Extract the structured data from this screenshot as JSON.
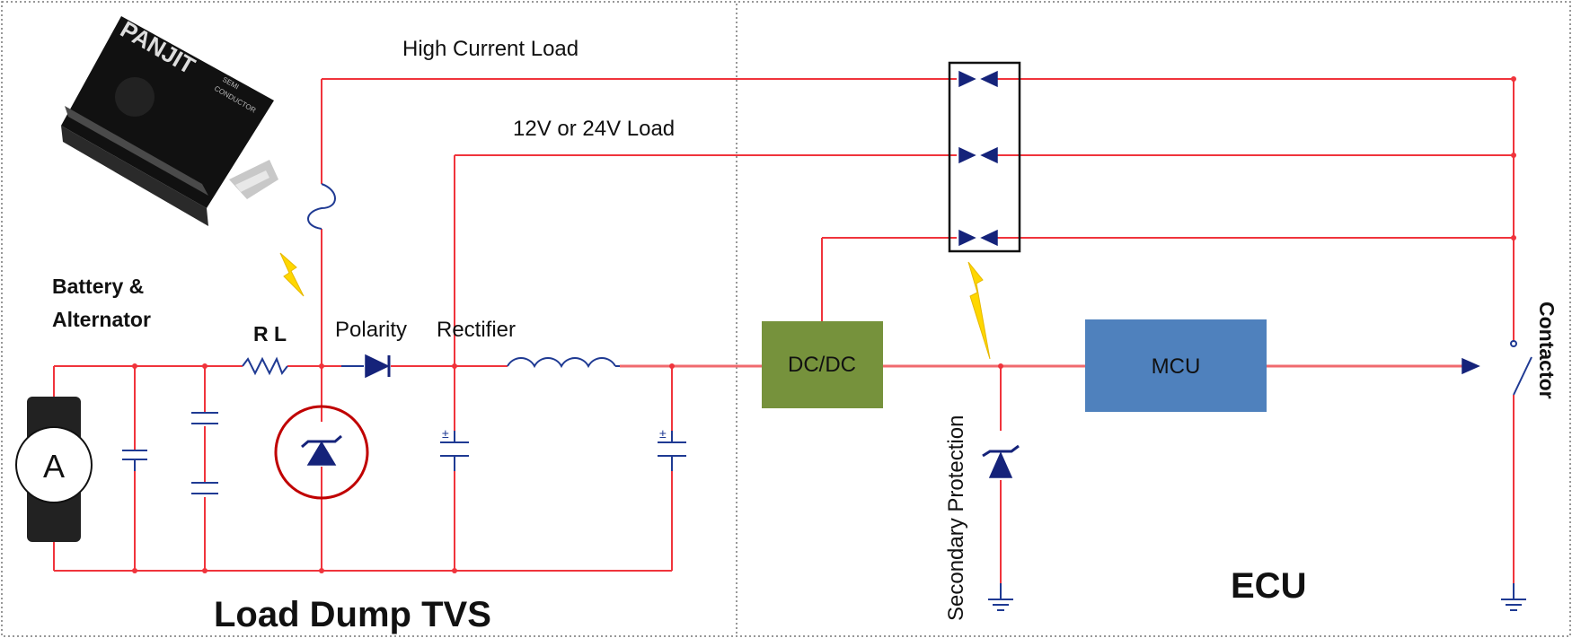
{
  "labels": {
    "high_current_load": "High  Current Load",
    "load_12v_24v": "12V or 24V Load",
    "battery_alternator": [
      "Battery &",
      "Alternator"
    ],
    "alternator_symbol": "A",
    "rl": "R L",
    "polarity": "Polarity",
    "rectifier": "Rectifier",
    "dcdc": "DC/DC",
    "mcu": "MCU",
    "secondary_protection": "Secondary Protection",
    "contactor": "Contactor",
    "ecu": "ECU",
    "load_dump_tvs": "Load Dump  TVS",
    "package_brand": "PANJIT",
    "package_subtext": [
      "SEMI",
      "CONDUCTOR"
    ]
  },
  "colors": {
    "wire": "#f0343c",
    "component": "#1f3a93",
    "dcdc_fill": "#76923c",
    "mcu_fill": "#4f81bd",
    "highlight_circle": "#c00000",
    "lightning": "#ffd700",
    "divider": "#777777"
  },
  "icons": {
    "tvs_package": "smd-package-image",
    "lightning": "lightning-bolt-icon",
    "ground": "ground-symbol"
  }
}
